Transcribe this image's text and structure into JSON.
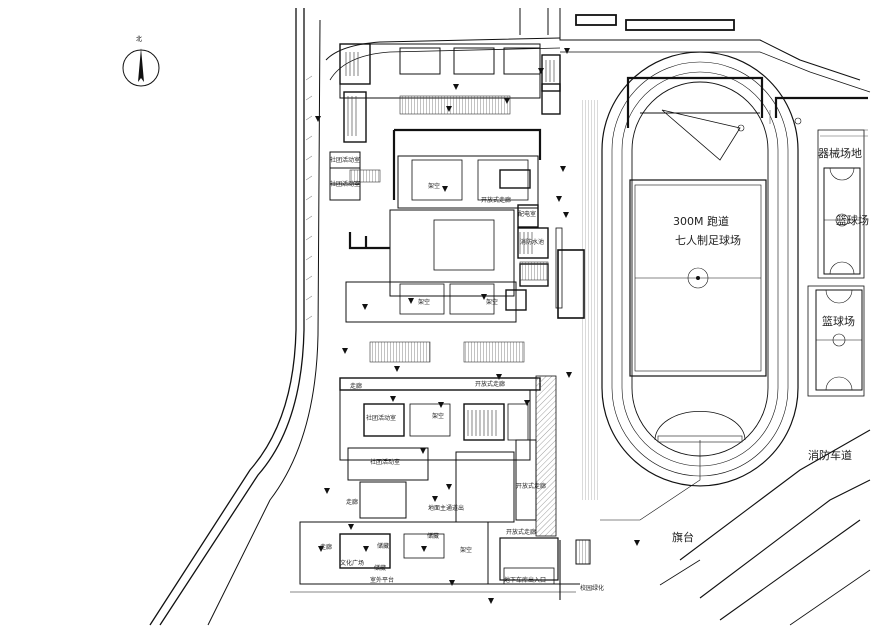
{
  "compass": {
    "label": "北"
  },
  "labels": {
    "track": "300M 跑道",
    "football": "七人制足球场",
    "equipment": "器械场地",
    "basketball_1": "篮球场",
    "basketball_2": "篮球场",
    "fire_lane": "消防车道",
    "flag_platform": "旗台"
  },
  "small_labels": [
    "架空",
    "架空",
    "架空",
    "架空",
    "架空",
    "储藏",
    "储藏",
    "储藏",
    "室外平台",
    "文化广场",
    "走廊",
    "走廊",
    "走廊",
    "开放式走廊",
    "开放式走廊",
    "开放式走廊",
    "开放式走廊",
    "社团活动室",
    "社团活动室",
    "社团活动室",
    "社团活动室",
    "地面主通道出",
    "地下车库出入口",
    "配电室",
    "消防水池",
    "校园绿化"
  ],
  "colors": {
    "line": "#111111",
    "thin": "#555555",
    "hatch": "#888888",
    "label": "#222222"
  }
}
